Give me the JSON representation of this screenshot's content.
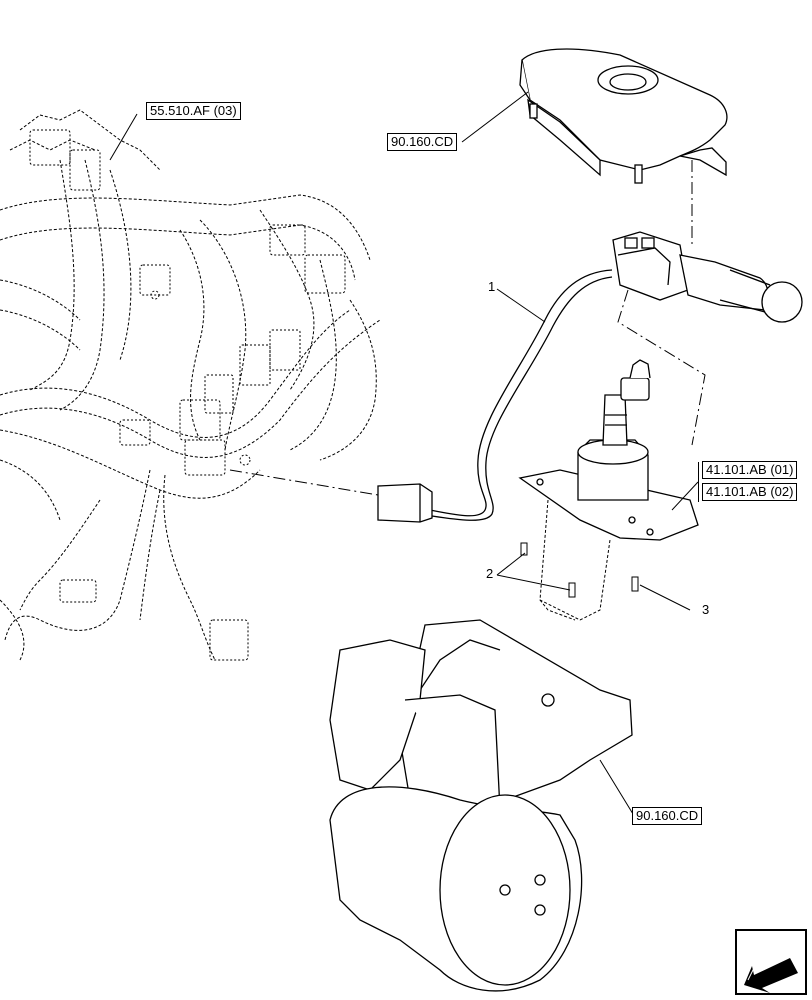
{
  "references": {
    "harness_ref": "55.510.AF (03)",
    "cover_ref": "90.160.CD",
    "column_ref_1": "41.101.AB (01)",
    "column_ref_2": "41.101.AB (02)",
    "lower_cover_ref": "90.160.CD"
  },
  "callouts": {
    "item_1": "1",
    "item_2": "2",
    "item_3": "3"
  },
  "icons": {
    "corner": "direction-arrow-icon"
  },
  "colors": {
    "line": "#000000",
    "background": "#ffffff"
  }
}
